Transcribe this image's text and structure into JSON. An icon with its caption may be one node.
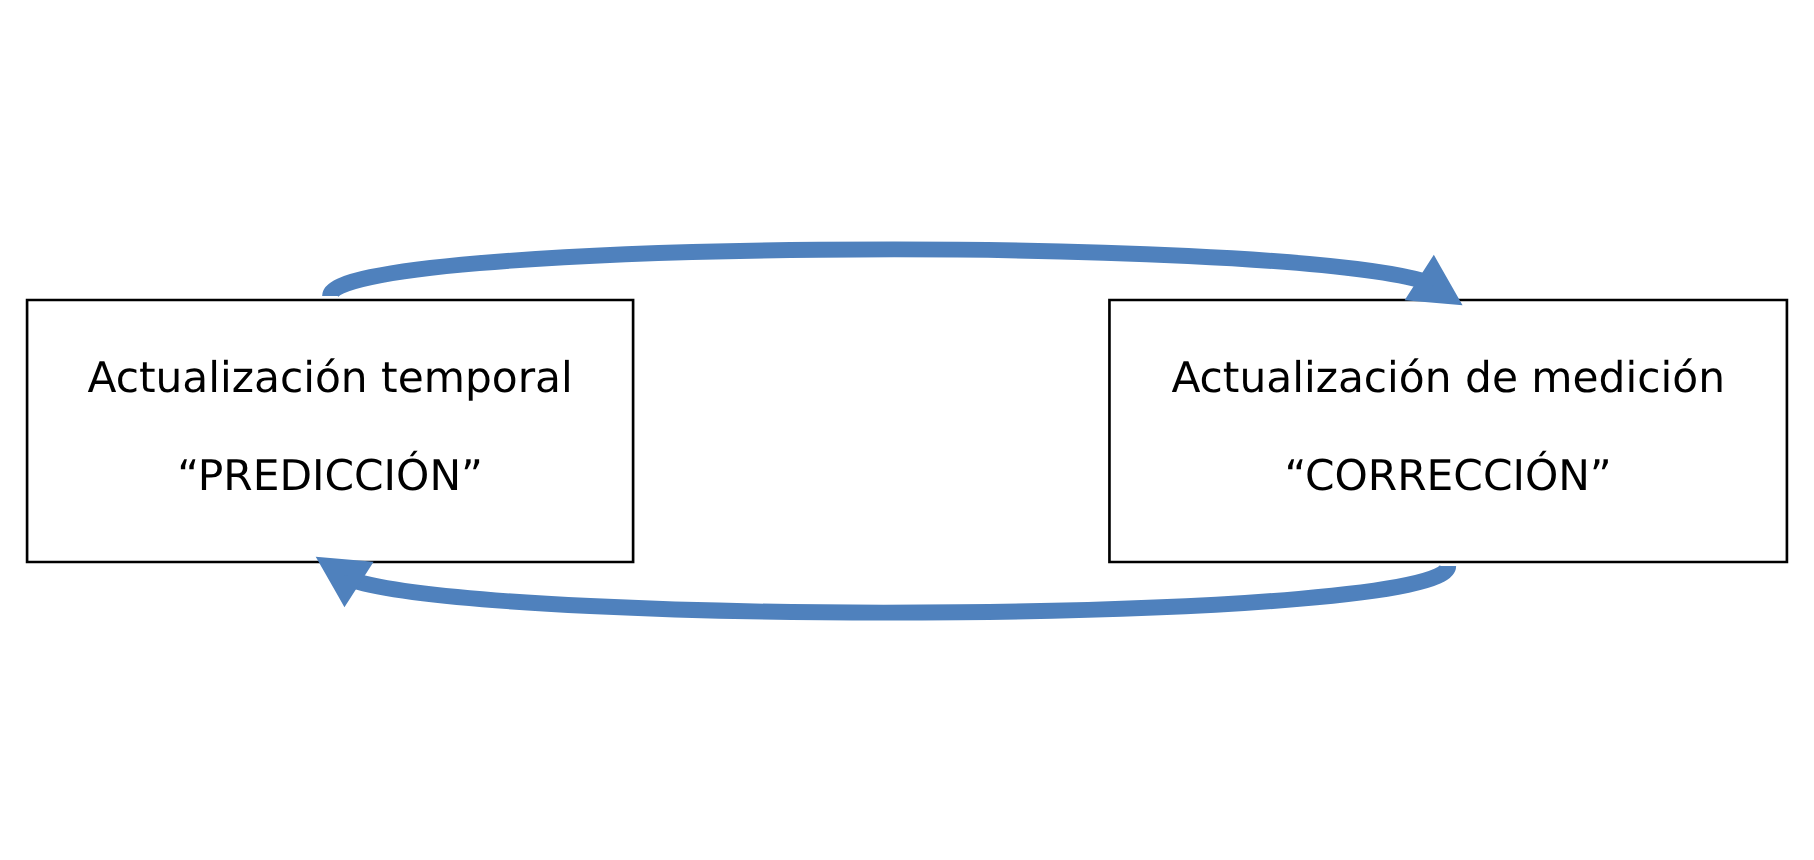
{
  "diagram": {
    "nodes": [
      {
        "text": [
          "Actualización temporal",
          "“PREDICCIÓN”"
        ]
      },
      {
        "text": [
          "Actualización de medición",
          "“CORRECCIÓN”"
        ]
      }
    ],
    "edges": [
      {
        "from": 0,
        "to": 1,
        "arrow": "to"
      },
      {
        "from": 1,
        "to": 0,
        "arrow": "to"
      }
    ]
  }
}
